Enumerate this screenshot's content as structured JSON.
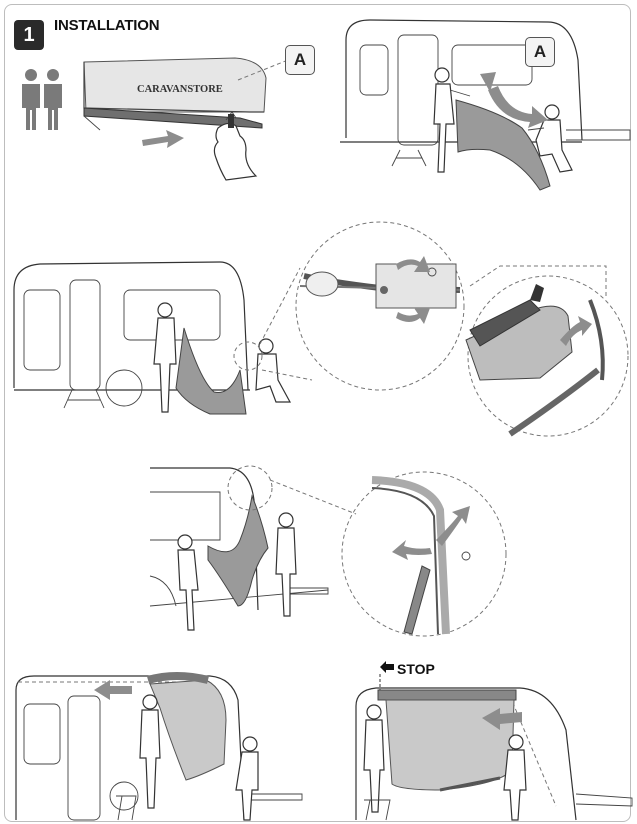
{
  "step": {
    "number": "1",
    "title": "INSTALLATION"
  },
  "callouts": {
    "a_label_1": "A",
    "a_label_2": "A"
  },
  "brand_text": "CARAVANSTORE",
  "stop_label": "STOP",
  "icons": {
    "people": "two-persons-icon",
    "stop_arrow": "arrow-left-icon"
  },
  "colors": {
    "badge": "#2a2a2a",
    "awning_fabric": "#9a9a9a",
    "arrow": "#8d8d8d"
  }
}
